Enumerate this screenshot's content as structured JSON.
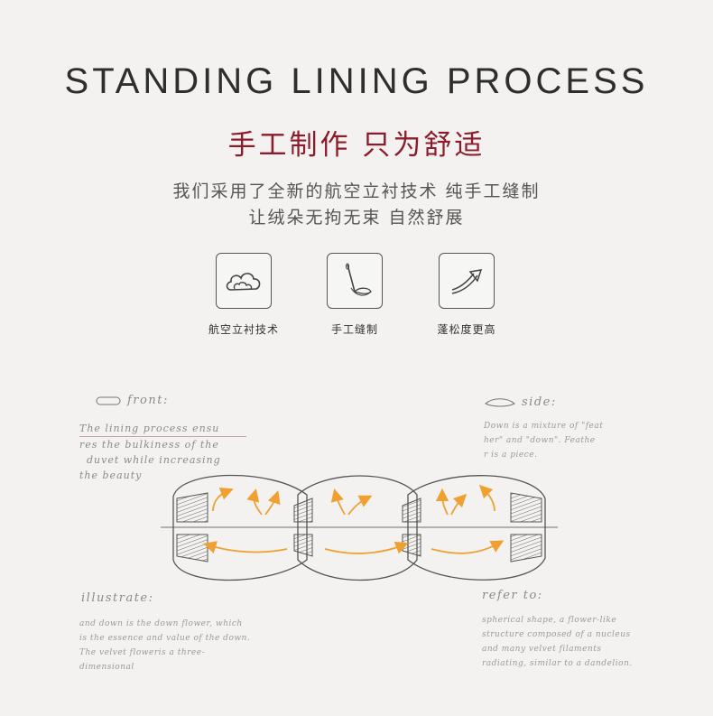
{
  "header": {
    "title": "STANDING LINING PROCESS",
    "subtitle": "手工制作 只为舒适",
    "description_line1": "我们采用了全新的航空立衬技术 纯手工缝制",
    "description_line2": "让绒朵无拘无束 自然舒展"
  },
  "features": [
    {
      "icon": "cloud-icon",
      "label": "航空立衬技术"
    },
    {
      "icon": "needle-thread-icon",
      "label": "手工缝制"
    },
    {
      "icon": "curved-arrow-icon",
      "label": "蓬松度更高"
    }
  ],
  "notes": {
    "front": {
      "heading": "front:",
      "lines": [
        "The lining process ensu",
        "res the bulkiness of the",
        "duvet while increasing",
        "the beauty"
      ]
    },
    "side": {
      "heading": "side:",
      "lines": [
        "Down is a mixture of \"feat",
        "her\" and \"down\". Feathe",
        "r is a piece."
      ]
    },
    "illustrate": {
      "heading": "illustrate:",
      "lines": [
        "and down is the down flower, which",
        "is the essence and value of the down.",
        "The velvet floweris a three-",
        "dimensional"
      ]
    },
    "refer": {
      "heading": "refer to:",
      "lines": [
        "spherical shape, a flower-like",
        "structure composed of a nucleus",
        "and many velvet filaments",
        "radiating, similar to a dandelion."
      ]
    }
  },
  "colors": {
    "accent": "#8c1c2c",
    "arrow": "#f0a030",
    "text": "#3b3b3b"
  }
}
